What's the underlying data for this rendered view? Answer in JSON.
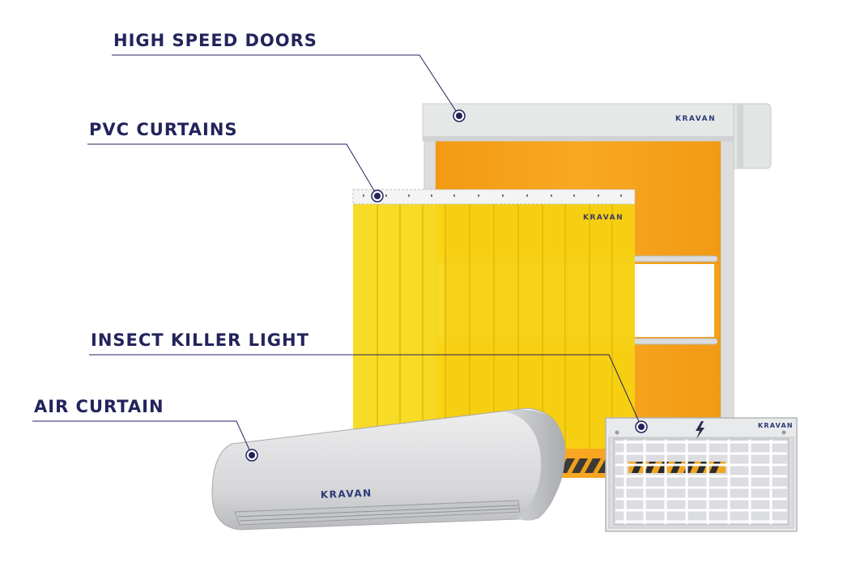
{
  "labels": {
    "high_speed_doors": "HIGH SPEED DOORS",
    "pvc_curtains": "PVC CURTAINS",
    "insect_killer_light": "INSECT KILLER LIGHT",
    "air_curtain": "AIR CURTAIN"
  },
  "brand": {
    "door": "KRAVAN",
    "pvc": "KRAVAN",
    "air_curtain": "KRAVAN",
    "insect_light": "KRAVAN"
  },
  "icons": {
    "insect_light_symbol": "lightning-icon"
  },
  "colors": {
    "label_text": "#23235c",
    "door_orange": "#f6a21e",
    "pvc_yellow": "#f7d61a",
    "frame_gray": "#e4e5e5",
    "leader_line": "#23235c"
  }
}
